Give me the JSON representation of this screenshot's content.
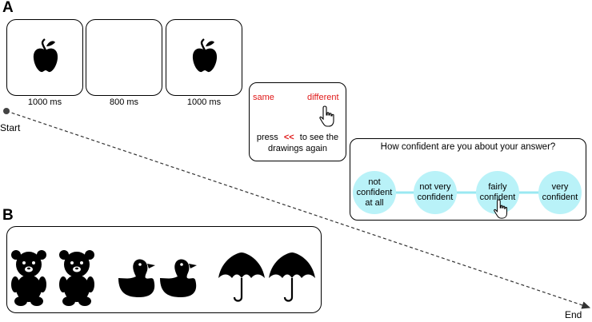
{
  "panels": {
    "a_letter": "A",
    "b_letter": "B"
  },
  "timeline": {
    "frames": [
      {
        "caption": "1000 ms",
        "content": "apple-icon"
      },
      {
        "caption": "800 ms",
        "content": "blank"
      },
      {
        "caption": "1000 ms",
        "content": "apple-icon"
      }
    ],
    "start_label": "Start",
    "end_label": "End"
  },
  "response_screen": {
    "same_label": "same",
    "different_label": "different",
    "press_prefix": "press",
    "arrows": "<<",
    "press_suffix": "to see the",
    "line2": "drawings again"
  },
  "confidence_screen": {
    "question": "How confident are you about your answer?",
    "options": [
      {
        "line1": "not",
        "line2": "confident",
        "line3": "at all"
      },
      {
        "line1": "not very",
        "line2": "confident",
        "line3": ""
      },
      {
        "line1": "fairly",
        "line2": "confident",
        "line3": ""
      },
      {
        "line1": "very",
        "line2": "confident",
        "line3": ""
      }
    ],
    "selected_option": "fairly confident"
  },
  "stimuli_pairs": [
    {
      "icons": [
        "teddy-bear-icon",
        "teddy-bear-icon"
      ]
    },
    {
      "icons": [
        "rubber-duck-icon",
        "rubber-duck-icon"
      ]
    },
    {
      "icons": [
        "umbrella-icon",
        "umbrella-icon"
      ]
    }
  ],
  "colors": {
    "accent_red": "#e01818",
    "circle_fill": "#b9f2f8",
    "connector": "#9ae8f2"
  }
}
